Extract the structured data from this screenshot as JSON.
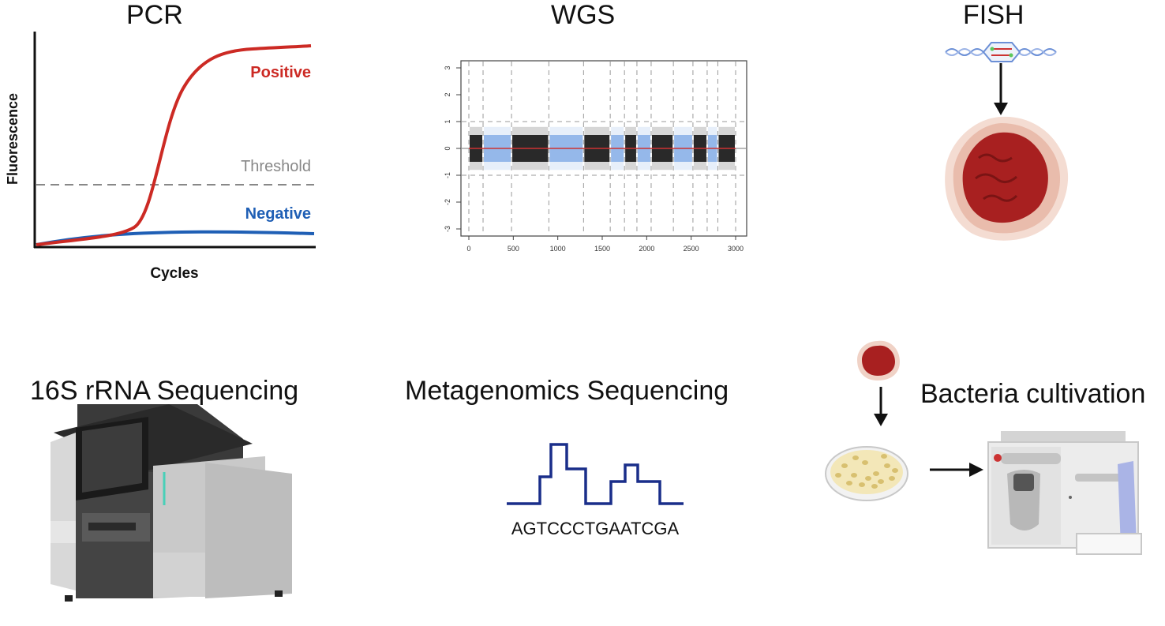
{
  "titles": {
    "pcr": "PCR",
    "wgs": "WGS",
    "fish": "FISH",
    "rrna": "16S rRNA Sequencing",
    "meta": "Metagenomics Sequencing",
    "bacteria": "Bacteria cultivation"
  },
  "pcr_chart": {
    "ylabel": "Fluorescence",
    "xlabel": "Cycles",
    "positive_label": "Positive",
    "negative_label": "Negative",
    "threshold_label": "Threshold",
    "colors": {
      "positive": "#cc2a24",
      "negative": "#1f5fb5",
      "threshold": "#888888"
    }
  },
  "chart_data": {
    "type": "scatter",
    "x_ticks": [
      "0",
      "500",
      "1000",
      "1500",
      "2000",
      "2500",
      "3000"
    ],
    "y_ticks": [
      "3",
      "2",
      "1",
      "0",
      "-1",
      "-2",
      "-3"
    ],
    "xlim": [
      0,
      3000
    ],
    "ylim": [
      -3,
      3
    ],
    "reference_lines": [
      1,
      0,
      -1
    ],
    "segment_boundaries": [
      0,
      160,
      480,
      900,
      1290,
      1590,
      1750,
      1890,
      2050,
      2300,
      2520,
      2680,
      2800,
      3000
    ],
    "colors": {
      "points_dark": "#1a1a1a",
      "points_light": "#7aa6e6",
      "median": "#cc3333"
    }
  },
  "sequence": {
    "text": "AGTCCCTGAATCGA",
    "trace_color": "#1a2e8a"
  }
}
